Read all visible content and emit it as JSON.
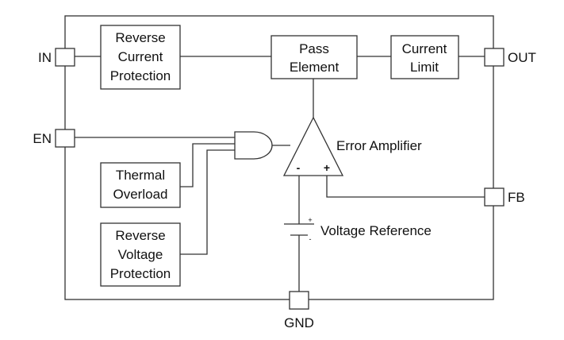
{
  "pins": {
    "in": "IN",
    "en": "EN",
    "out": "OUT",
    "fb": "FB",
    "gnd": "GND"
  },
  "blocks": {
    "reverse_current": [
      "Reverse",
      "Current",
      "Protection"
    ],
    "pass_element": [
      "Pass",
      "Element"
    ],
    "current_limit": [
      "Current",
      "Limit"
    ],
    "thermal_overload": [
      "Thermal",
      "Overload"
    ],
    "reverse_voltage": [
      "Reverse",
      "Voltage",
      "Protection"
    ]
  },
  "amplifier": {
    "label": "Error Amplifier",
    "minus": "-",
    "plus": "+"
  },
  "reference": {
    "label": "Voltage Reference",
    "plus": "+",
    "minus": "-"
  }
}
